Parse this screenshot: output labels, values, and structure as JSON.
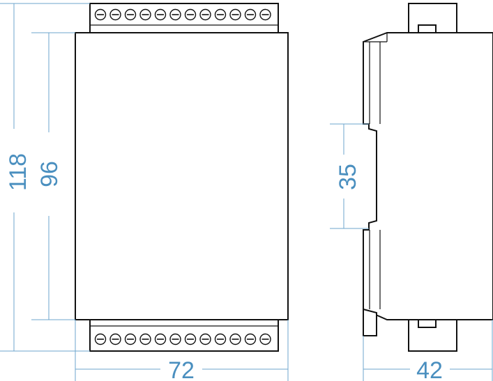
{
  "dimensions": {
    "overall_height": "118",
    "body_height": "96",
    "rail_width": "35",
    "front_width": "72",
    "side_depth": "42"
  },
  "terminal_count_per_block": 12,
  "colors": {
    "outline": "#111111",
    "dimension": "#4a8fbf"
  }
}
